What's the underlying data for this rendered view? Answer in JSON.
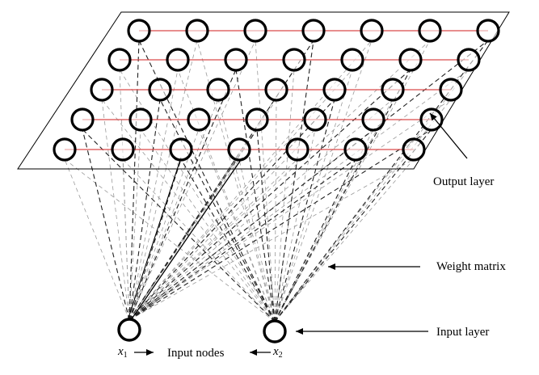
{
  "labels": {
    "output_layer": "Output layer",
    "weight_matrix": "Weight matrix",
    "input_layer": "Input layer",
    "input_nodes": "Input nodes",
    "x1_base": "x",
    "x1_sub": "1",
    "x2_base": "x",
    "x2_sub": "2"
  },
  "grid": {
    "rows": 5,
    "cols": 7
  },
  "colors": {
    "node_stroke": "#000000",
    "row_connection": "#d94a4a",
    "weight_dark": "#222222",
    "weight_light": "#9a9a9a",
    "plane_border": "#000000"
  }
}
